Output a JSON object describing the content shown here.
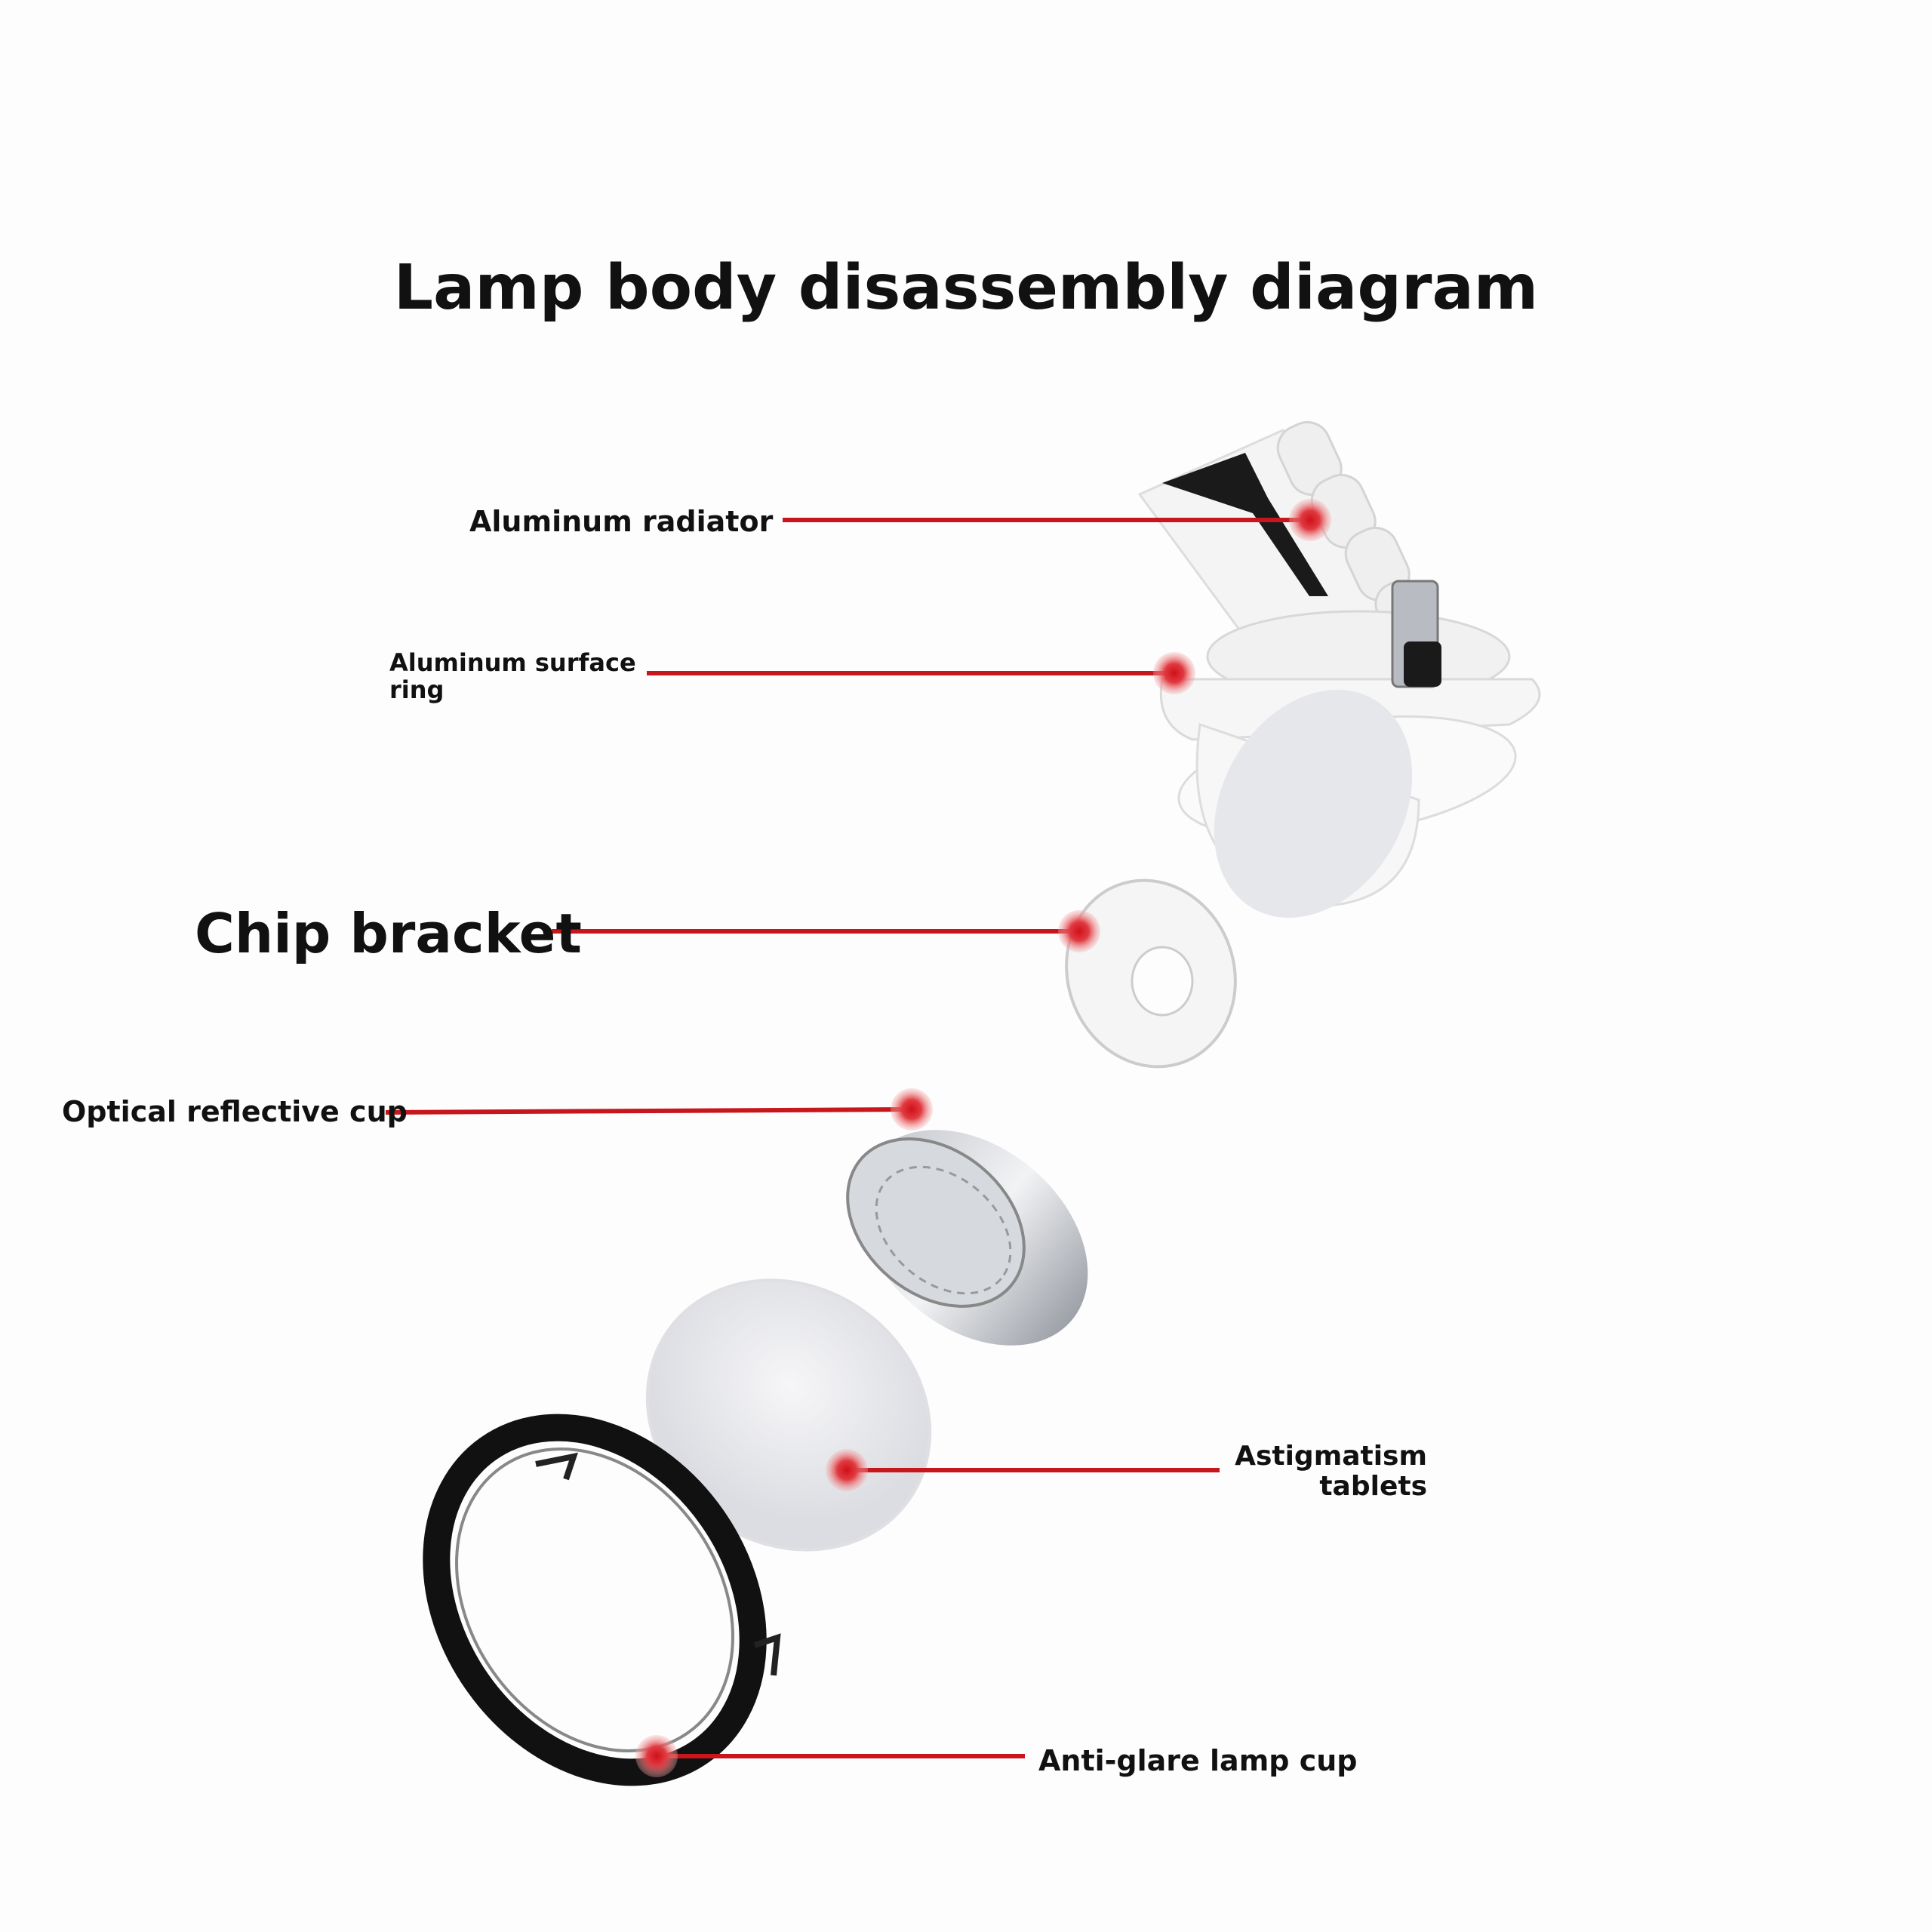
{
  "title": "Lamp body disassembly diagram",
  "accent_color": "#c8161d",
  "labels": {
    "aluminum_radiator": "Aluminum radiator",
    "surface_ring_line1": "Aluminum surface",
    "surface_ring_line2": "ring",
    "chip_bracket": "Chip bracket",
    "optical_cup": "Optical reflective cup",
    "astigmatism_line1": "Astigmatism",
    "astigmatism_line2": "tablets",
    "anti_glare": "Anti-glare lamp cup"
  }
}
